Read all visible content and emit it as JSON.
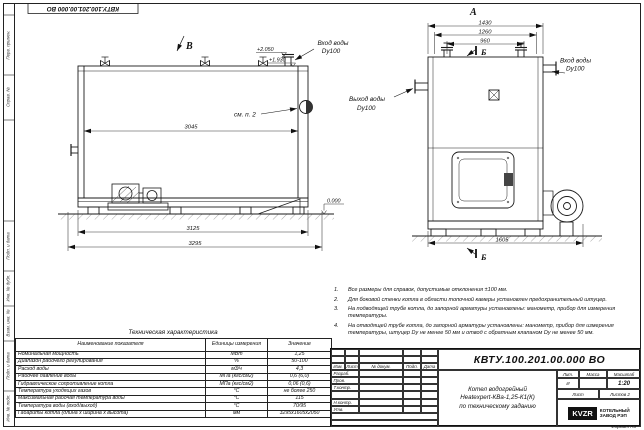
{
  "sheet": {
    "doc_number_top": "КВТУ.100.201.00.000 ВО",
    "frame_labels": [
      "Перв. примен.",
      "Справ. №",
      "Подп. и дата",
      "Инв. № дубл.",
      "Взам. инв. №",
      "Подп. и дата",
      "Инв. № подл."
    ]
  },
  "side_view": {
    "view_label": "В",
    "inlet_label": "Вход воды",
    "inlet_dn": "Dy100",
    "elev_top": "+2.050",
    "elev_mid": "+1.930",
    "elev_zero": "0.000",
    "see_note": "см. п. 2",
    "dim_body": "3045",
    "dim_frame": "3125",
    "dim_overall": "3295"
  },
  "front_view": {
    "view_label": "А",
    "section_label_top": "Б",
    "section_label_bottom": "Б",
    "dim_outer": "1430",
    "dim_mid": "1260",
    "dim_inner": "960",
    "dim_width": "1605",
    "inlet_label": "Вход воды",
    "inlet_dn": "Dy100",
    "outlet_label": "Выход воды",
    "outlet_dn": "Dy100"
  },
  "notes": [
    {
      "num": "1.",
      "text": "Все размеры для справок, допустимые отклонения ±100 мм."
    },
    {
      "num": "2.",
      "text": "Для боковой стенки котла в области топочной камеры установлен предохранительный штуцер."
    },
    {
      "num": "3.",
      "text": "На подводящей трубе котла, до запорной арматуры установлены: манометр, прибор для измерения температуры."
    },
    {
      "num": "4.",
      "text": "На отводящей трубе котла, до запорной арматуры установлены: манометр, прибор для измерения температуры, штуцер Dy не менее 50 мм и отвод с обратным клапаном Dy не менее 50 мм."
    }
  ],
  "tech_table": {
    "title": "Техническая характеристика",
    "headers": [
      "Наименование показателя",
      "Единицы измерения",
      "Значение"
    ],
    "rows": [
      {
        "name": "Номинальная мощность",
        "unit": "МВт",
        "value": "1,25"
      },
      {
        "name": "Диапазон рабочего регулирования",
        "unit": "%",
        "value": "50-100"
      },
      {
        "name": "Расход воды",
        "unit": "м3/ч",
        "value": "4,3"
      },
      {
        "name": "Рабочее давление воды",
        "unit": "МПа (кгс/см2)",
        "value": "0,6 (6,0)"
      },
      {
        "name": "Гидравлическое сопротивление котла",
        "unit": "МПа (кгс/см2)",
        "value": "0,06 (0,6)"
      },
      {
        "name": "Температура уходящих газов",
        "unit": "°С",
        "value": "не более 250"
      },
      {
        "name": "Максимальная рабочая температура воды",
        "unit": "°С",
        "value": "115"
      },
      {
        "name": "Температура воды (вход/выход)",
        "unit": "°С",
        "value": "70/95"
      },
      {
        "name": "Габариты котла (длина х ширина х высота)",
        "unit": "мм",
        "value": "3295х1605х2050"
      }
    ]
  },
  "title_block": {
    "doc_number": "КВТУ.100.201.00.000 ВО",
    "cols": {
      "izm": "Изм.",
      "list": "Лист",
      "docum": "№ докум.",
      "podp": "Подп.",
      "data": "Дата"
    },
    "rows": {
      "razrab": "Разраб.",
      "prov": "Пров.",
      "tkontr": "Т.контр.",
      "nkontr": "Н.контр.",
      "utv": "Утв."
    },
    "product_line1": "Котел водогрейный",
    "product_line2": "Heatexpert-КВа-1,25-К1(К)",
    "product_line3": "по техническому заданию",
    "lit_header": "Лит.",
    "mass_header": "Масса",
    "scale_header": "Масштаб",
    "lit_value": "И",
    "scale_value": "1:20",
    "sheet_label": "Лист",
    "sheets_label": "Листов 2",
    "logo_text": "KVZR",
    "company_line1": "КОТЕЛЬНЫЙ",
    "company_line2": "ЗАВОД РЭП",
    "format_label": "Формат А3"
  }
}
